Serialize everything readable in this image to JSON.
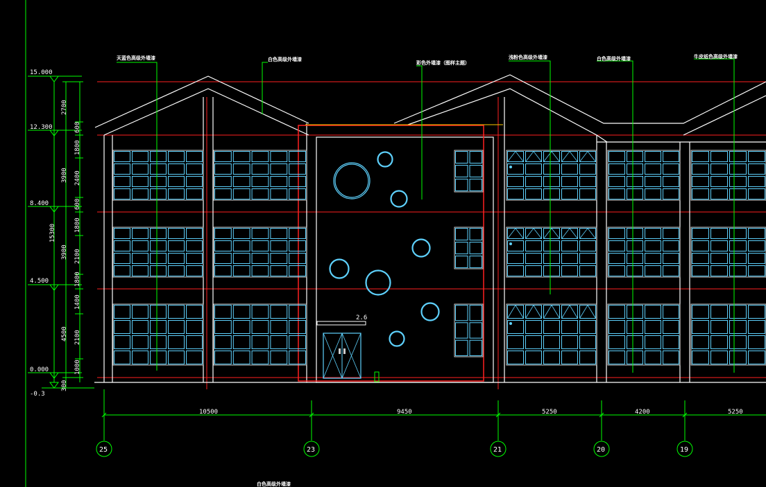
{
  "drawing": {
    "callouts": [
      {
        "id": "c1",
        "text": "天蓝色高级外墙漆"
      },
      {
        "id": "c2",
        "text": "白色高级外墙漆"
      },
      {
        "id": "c3",
        "text": "彩色外墙漆（图样主题）"
      },
      {
        "id": "c4",
        "text": "浅粉色高级外墙漆"
      },
      {
        "id": "c5",
        "text": "白色高级外墙漆"
      },
      {
        "id": "c6",
        "text": "牛皮纸色高级外墙漆"
      },
      {
        "id": "c7",
        "text": "白色高级外墙漆"
      }
    ],
    "canopy_label": "2.6",
    "elevations": [
      "15.000",
      "12.300",
      "8.400",
      "4.500",
      "0.000",
      "-0.3"
    ],
    "vertical_dims": [
      "2700",
      "600",
      "1800",
      "3900",
      "2400",
      "600",
      "1800",
      "2100",
      "3900",
      "1800",
      "1400",
      "2100",
      "4500",
      "1000",
      "300"
    ],
    "total_height": "15300",
    "horizontal_dims": [
      "10500",
      "9450",
      "5250",
      "4200",
      "5250"
    ],
    "axes": [
      "25",
      "23",
      "21",
      "20",
      "19"
    ]
  }
}
